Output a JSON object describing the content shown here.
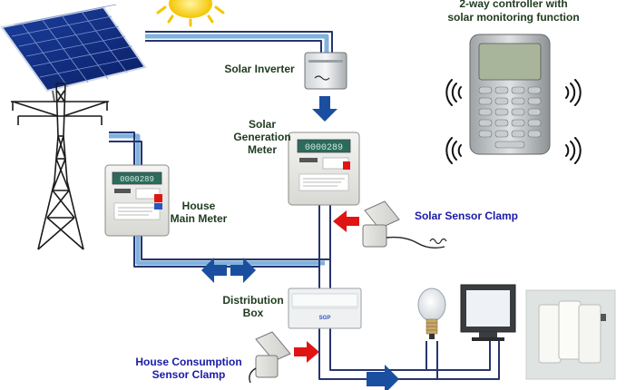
{
  "labels": {
    "controller_line1": "2-way controller with",
    "controller_line2": "solar monitoring function",
    "solar_inverter": "Solar Inverter",
    "solar_gen_line1": "Solar",
    "solar_gen_line2": "Generation",
    "solar_gen_line3": "Meter",
    "house_meter_line1": "House",
    "house_meter_line2": "Main Meter",
    "solar_sensor_clamp": "Solar  Sensor Clamp",
    "distribution_line1": "Distribution",
    "distribution_line2": "Box",
    "house_consumption_line1": "House Consumption",
    "house_consumption_line2": "Sensor Clamp",
    "meter_display": "0000289",
    "dist_box_brand": "SGP"
  },
  "colors": {
    "wire": "#27356f",
    "wire_light": "#7fb2dc",
    "arrow_blue": "#1a4fa0",
    "arrow_red": "#e11414",
    "label_dark": "#1f3a1f",
    "label_blue": "#1a1aa8"
  }
}
